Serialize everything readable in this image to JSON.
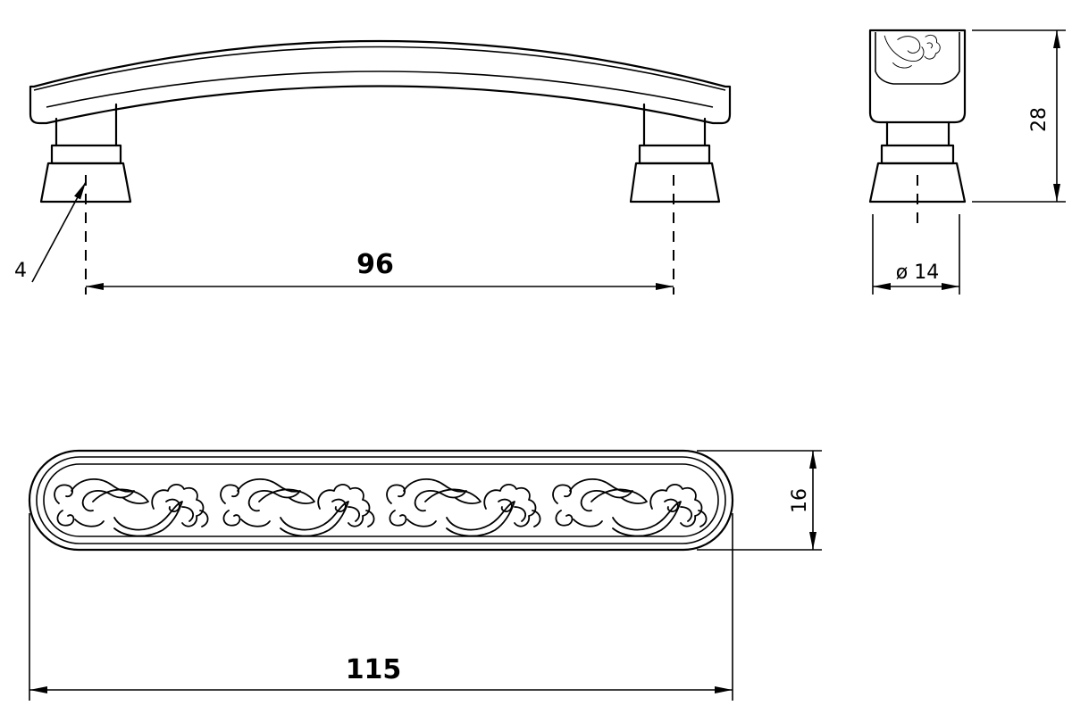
{
  "dimensions": {
    "hole_spacing": "96",
    "thread": "4",
    "height": "28",
    "base_diameter": "ø 14",
    "width": "16",
    "length": "115"
  }
}
